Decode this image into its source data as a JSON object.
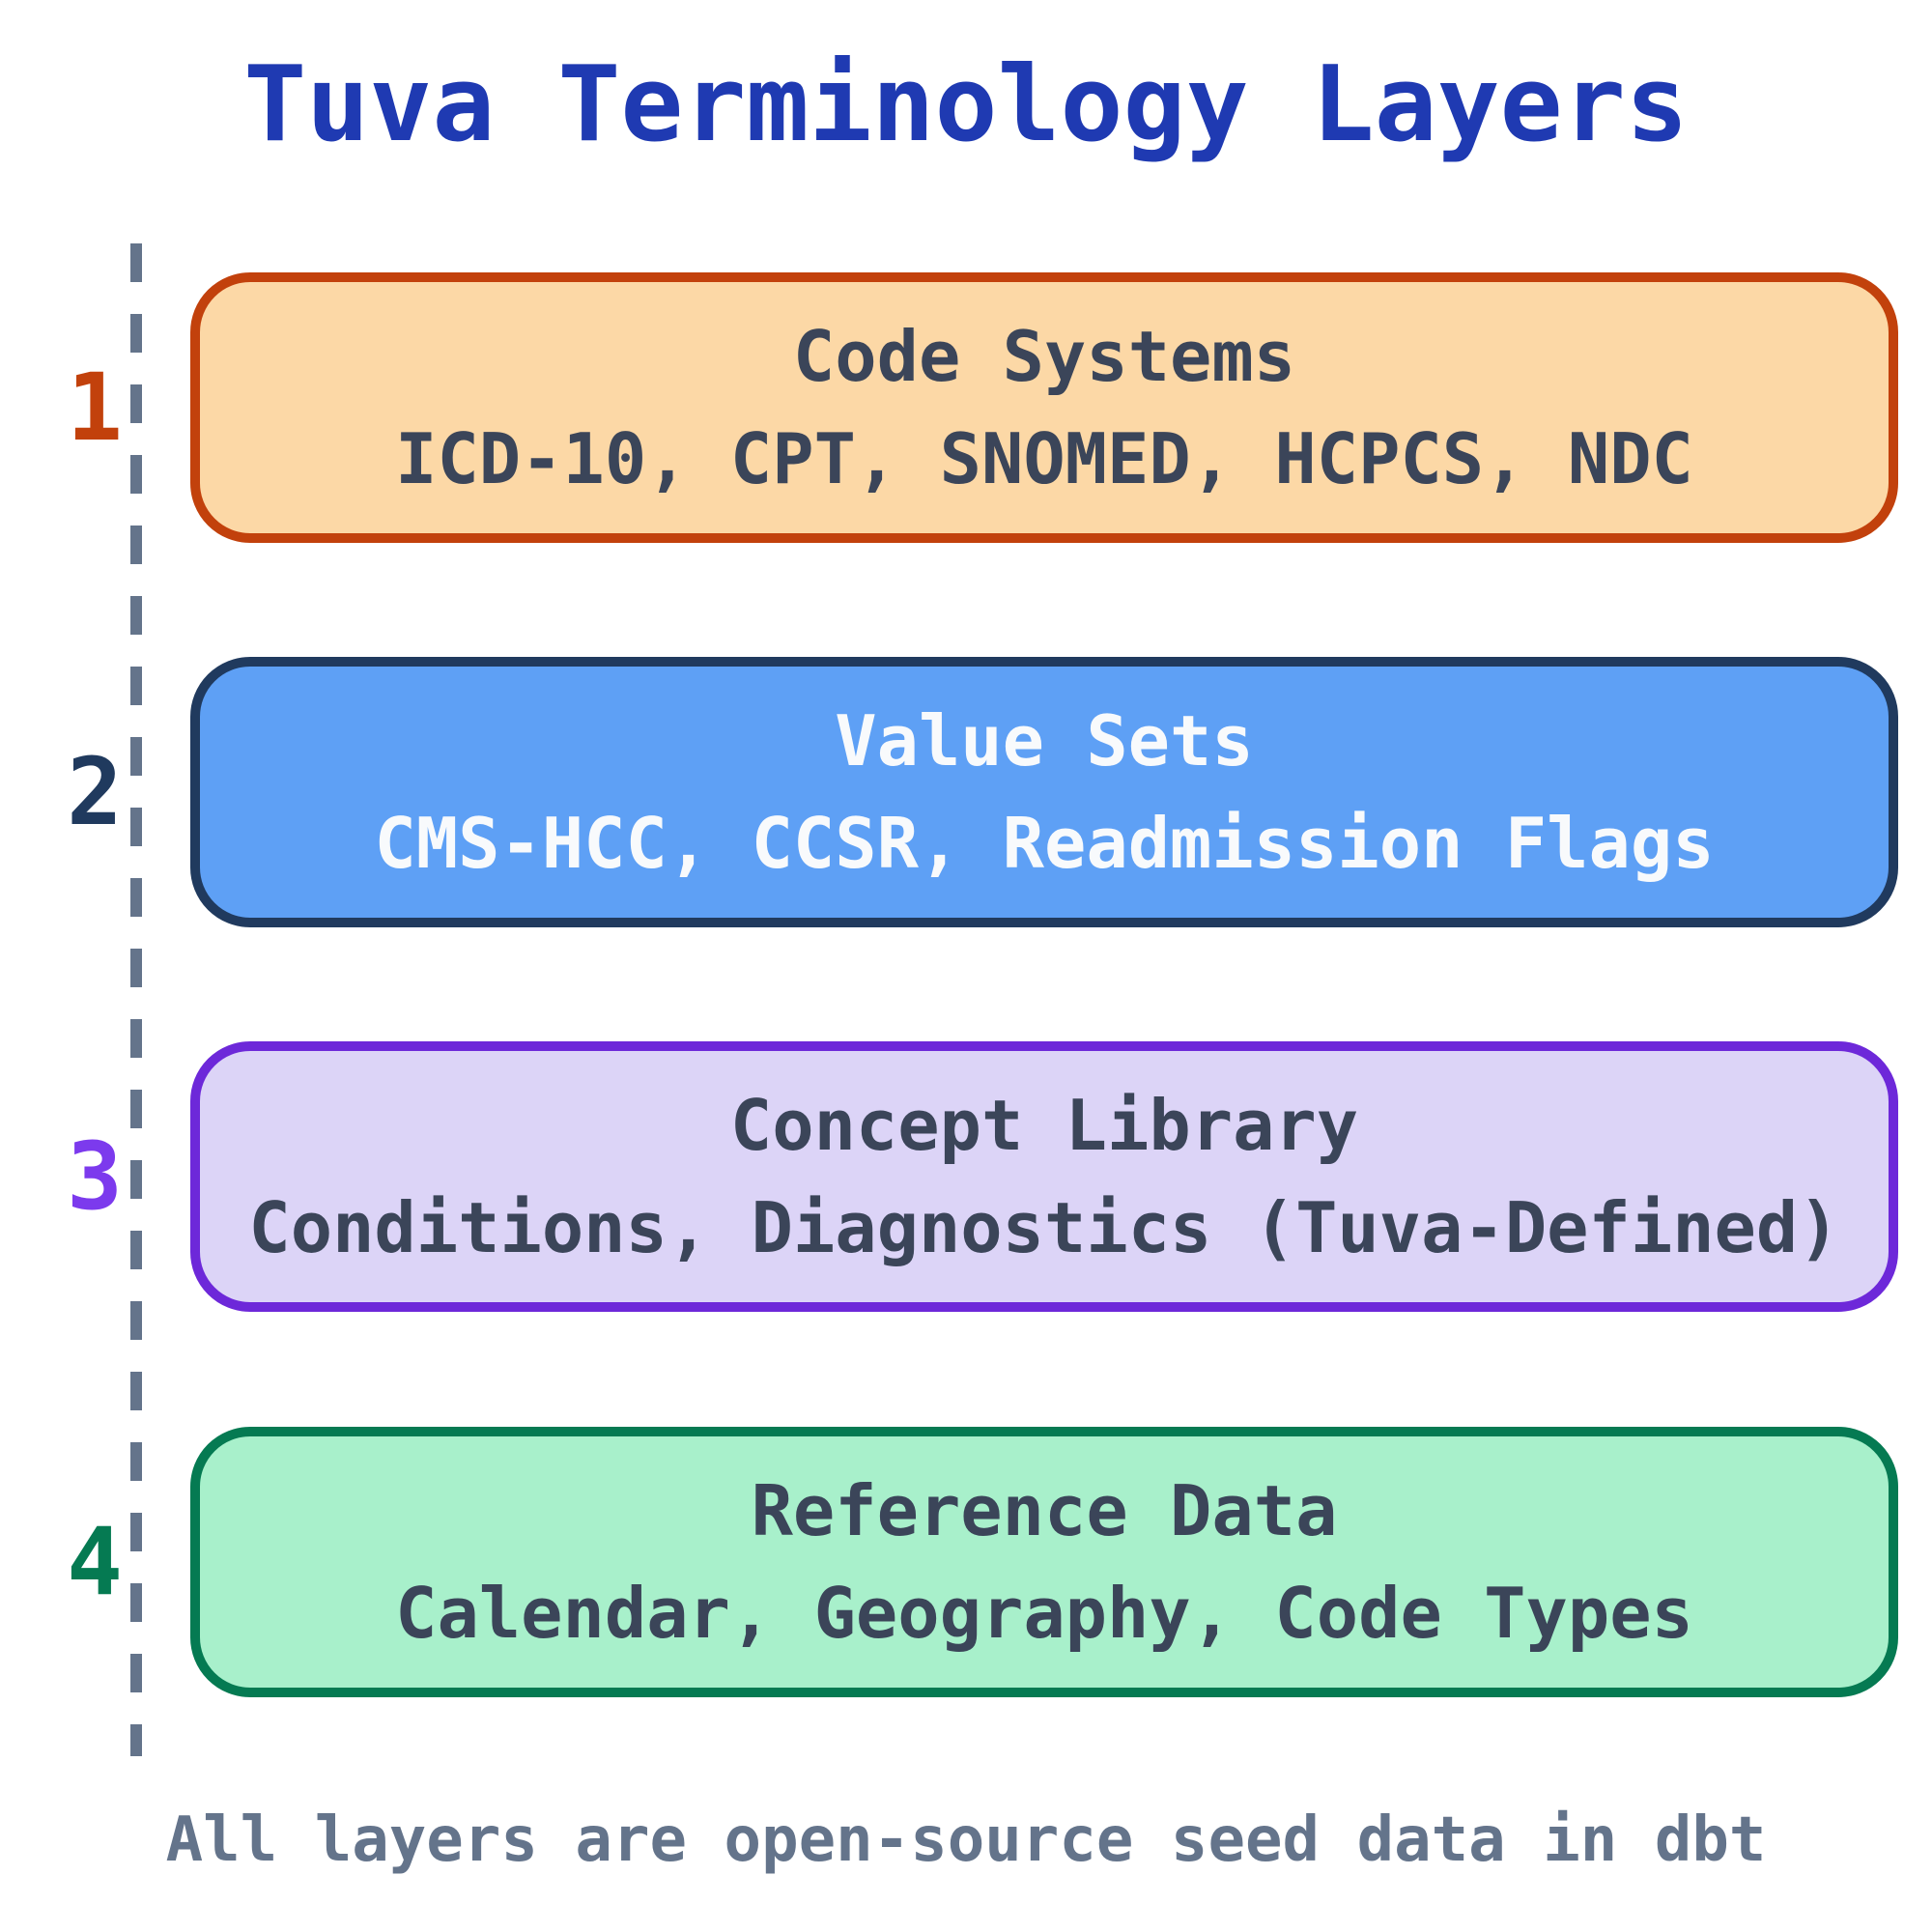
{
  "title": "Tuva Terminology Layers",
  "footer": "All layers are open-source seed data in dbt",
  "colors": {
    "background": "#FFFFFF",
    "title": "#1F3AB2",
    "dashed_line": "#64748B",
    "footer_text": "#64748B"
  },
  "layers": [
    {
      "number": "1",
      "heading": "Code Systems",
      "subtitle": "ICD-10, CPT, SNOMED, HCPCS, NDC",
      "fill": "#FCD8A6",
      "border": "#C2410C",
      "text_color": "#3B4559",
      "number_color": "#C2410C"
    },
    {
      "number": "2",
      "heading": "Value Sets",
      "subtitle": "CMS-HCC, CCSR, Readmission Flags",
      "fill": "#5EA0F5",
      "border": "#203A5E",
      "text_color": "#F8FAFC",
      "number_color": "#203A5E"
    },
    {
      "number": "3",
      "heading": "Concept Library",
      "subtitle": "Conditions, Diagnostics (Tuva-Defined)",
      "fill": "#DCD4F7",
      "border": "#6D28D9",
      "text_color": "#3B4559",
      "number_color": "#7C3AED"
    },
    {
      "number": "4",
      "heading": "Reference Data",
      "subtitle": "Calendar, Geography, Code Types",
      "fill": "#A8F0CB",
      "border": "#057A52",
      "text_color": "#3B4559",
      "number_color": "#057A52"
    }
  ]
}
